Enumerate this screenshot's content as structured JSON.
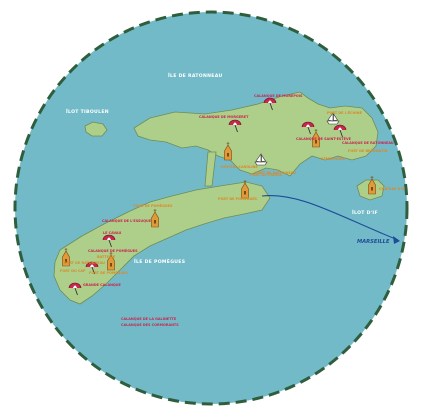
{
  "colors": {
    "sea": "#73BAC8",
    "land": "#AECF8A",
    "coast": "#6F8C56",
    "island_label": "#FFFFFF",
    "beach_label": "#C8254F",
    "place_label": "#D8892B",
    "route": "#1E4C97",
    "border": "#2E5E3E"
  },
  "islands": {
    "ratonneau": "ÎLE DE RATONNEAU",
    "pomegues": "ÎLE DE POMÈGUES",
    "tiboulen": "ÎLOT TIBOULEN",
    "if": "ÎLOT D'IF"
  },
  "beaches": {
    "b1": "CALANQUE DE MORGERET",
    "b2": "CALANQUE DE MOREPOIS",
    "b3": "CALANQUE DE RATONNEAU",
    "b4": "CALANQUE DE SAINT-ESTÈVE",
    "b5": "CALANQUE DE L'ESSUQUE",
    "b6": "LE CAVAU",
    "b7": "CALANQUE DE POMÈGUES",
    "b8": "GRANDE CALANQUE",
    "b9": "CALANQUE DE LA GALINETTE",
    "b10": "CALANQUE DES CORMORANTS"
  },
  "places": {
    "p1": "HÔPITAL CAROLINE",
    "p2": "PORT DU FRIOUL",
    "p3": "PORT DE POMÈGUES",
    "p4": "TOUR DE POMÈGUES",
    "p5": "BATTERIE",
    "p6": "FORT DE RATONNEAU",
    "p7": "CHÂTEAU D'IF",
    "p8": "SÉMAPHORE",
    "p9": "FORT DE BRÉGANTIN",
    "p10": "FORT DE POMÈGUES",
    "p11": "FORT DU CAP",
    "p12": "PORT DE L'ÉCHINE",
    "port": "PORT DE RATONNEAU"
  },
  "destination": "MARSEILLE",
  "icons": {
    "beach": "beach-umbrella-icon",
    "church": "church-icon",
    "boat": "boat-icon",
    "route": "ferry-route-arrow"
  }
}
